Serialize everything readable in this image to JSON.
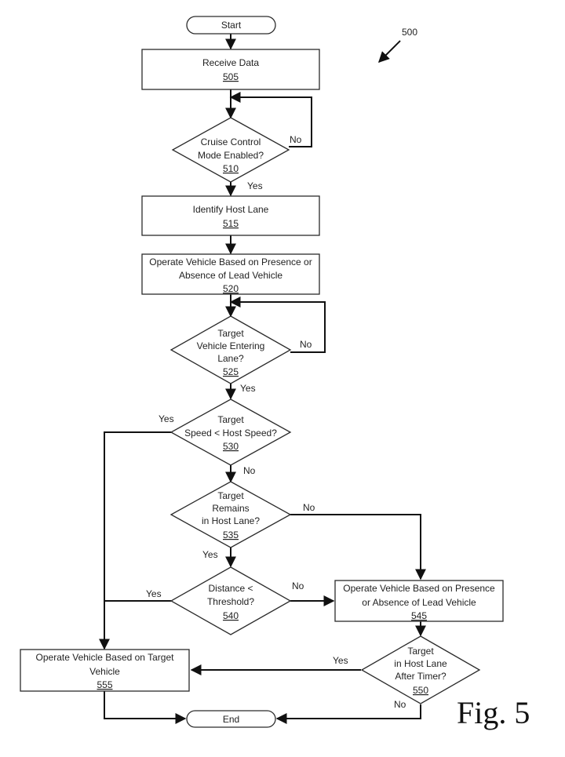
{
  "figure": {
    "label": "Fig. 5",
    "number": "500"
  },
  "nodes": {
    "start": {
      "text": "Start"
    },
    "n505": {
      "lines": [
        "Receive Data"
      ],
      "ref": "505"
    },
    "n510": {
      "lines": [
        "Cruise Control",
        "Mode Enabled?"
      ],
      "ref": "510"
    },
    "n515": {
      "lines": [
        "Identify Host Lane"
      ],
      "ref": "515"
    },
    "n520": {
      "lines": [
        "Operate Vehicle Based on Presence or",
        "Absence of Lead Vehicle"
      ],
      "ref": "520"
    },
    "n525": {
      "lines": [
        "Target",
        "Vehicle Entering",
        "Lane?"
      ],
      "ref": "525"
    },
    "n530": {
      "lines": [
        "Target",
        "Speed < Host Speed?"
      ],
      "ref": "530"
    },
    "n535": {
      "lines": [
        "Target",
        "Remains",
        "in Host Lane?"
      ],
      "ref": "535"
    },
    "n540": {
      "lines": [
        "Distance <",
        "Threshold?"
      ],
      "ref": "540"
    },
    "n545": {
      "lines": [
        "Operate Vehicle Based on Presence",
        "or Absence of Lead Vehicle"
      ],
      "ref": "545"
    },
    "n550": {
      "lines": [
        "Target",
        "in Host Lane",
        "After Timer?"
      ],
      "ref": "550"
    },
    "n555": {
      "lines": [
        "Operate Vehicle Based on Target",
        "Vehicle"
      ],
      "ref": "555"
    },
    "end": {
      "text": "End"
    }
  },
  "edge_labels": {
    "e510_no": "No",
    "e510_yes": "Yes",
    "e525_no": "No",
    "e525_yes": "Yes",
    "e530_yes": "Yes",
    "e530_no": "No",
    "e535_no": "No",
    "e535_yes": "Yes",
    "e540_yes": "Yes",
    "e540_no": "No",
    "e550_yes": "Yes",
    "e550_no": "No"
  }
}
